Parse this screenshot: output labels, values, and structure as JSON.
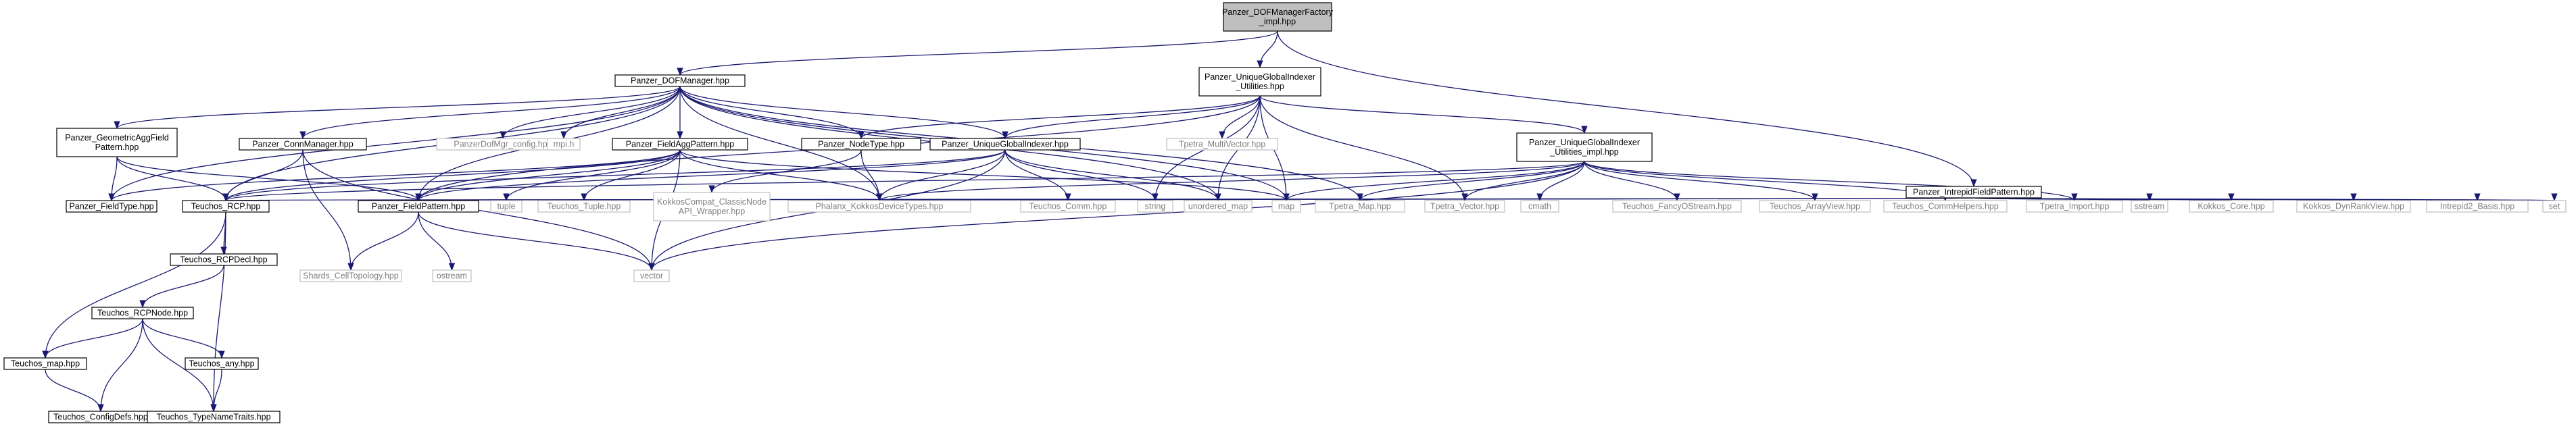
{
  "diagram": {
    "colors": {
      "edge": "#191970",
      "root_fill": "#bfbfbf",
      "node_border": "#000000",
      "external_border": "#bfbfbf",
      "external_text": "#7f7f7f"
    },
    "nodes": [
      {
        "id": "root",
        "lines": [
          "Panzer_DOFManagerFactory",
          "_impl.hpp"
        ],
        "kind": "root"
      },
      {
        "id": "dofmgr",
        "lines": [
          "Panzer_DOFManager.hpp"
        ],
        "kind": "project"
      },
      {
        "id": "ugiu",
        "lines": [
          "Panzer_UniqueGlobalIndexer",
          "_Utilities.hpp"
        ],
        "kind": "project"
      },
      {
        "id": "intrepidfp",
        "lines": [
          "Panzer_IntrepidFieldPattern.hpp"
        ],
        "kind": "project"
      },
      {
        "id": "geomagg",
        "lines": [
          "Panzer_GeometricAggField",
          "Pattern.hpp"
        ],
        "kind": "project"
      },
      {
        "id": "connmgr",
        "lines": [
          "Panzer_ConnManager.hpp"
        ],
        "kind": "project"
      },
      {
        "id": "dofcfg",
        "lines": [
          "PanzerDofMgr_config.hpp"
        ],
        "kind": "external"
      },
      {
        "id": "mpih",
        "lines": [
          "mpi.h"
        ],
        "kind": "external"
      },
      {
        "id": "fieldagg",
        "lines": [
          "Panzer_FieldAggPattern.hpp"
        ],
        "kind": "project"
      },
      {
        "id": "nodetype",
        "lines": [
          "Panzer_NodeType.hpp"
        ],
        "kind": "project"
      },
      {
        "id": "ugi",
        "lines": [
          "Panzer_UniqueGlobalIndexer.hpp"
        ],
        "kind": "project"
      },
      {
        "id": "multivec",
        "lines": [
          "Tpetra_MultiVector.hpp"
        ],
        "kind": "external"
      },
      {
        "id": "ugiuimpl",
        "lines": [
          "Panzer_UniqueGlobalIndexer",
          "_Utilities_impl.hpp"
        ],
        "kind": "project"
      },
      {
        "id": "fieldtype",
        "lines": [
          "Panzer_FieldType.hpp"
        ],
        "kind": "project"
      },
      {
        "id": "rcp",
        "lines": [
          "Teuchos_RCP.hpp"
        ],
        "kind": "project"
      },
      {
        "id": "fieldpat",
        "lines": [
          "Panzer_FieldPattern.hpp"
        ],
        "kind": "project"
      },
      {
        "id": "tuple",
        "lines": [
          "tuple"
        ],
        "kind": "external"
      },
      {
        "id": "ttuple",
        "lines": [
          "Teuchos_Tuple.hpp"
        ],
        "kind": "external"
      },
      {
        "id": "kokkoscompat",
        "lines": [
          "KokkosCompat_ClassicNode",
          "API_Wrapper.hpp"
        ],
        "kind": "external"
      },
      {
        "id": "phalanx",
        "lines": [
          "Phalanx_KokkosDeviceTypes.hpp"
        ],
        "kind": "external"
      },
      {
        "id": "tcomm",
        "lines": [
          "Teuchos_Comm.hpp"
        ],
        "kind": "external"
      },
      {
        "id": "string",
        "lines": [
          "string"
        ],
        "kind": "external"
      },
      {
        "id": "umap",
        "lines": [
          "unordered_map"
        ],
        "kind": "external"
      },
      {
        "id": "map",
        "lines": [
          "map"
        ],
        "kind": "external"
      },
      {
        "id": "tmap",
        "lines": [
          "Tpetra_Map.hpp"
        ],
        "kind": "external"
      },
      {
        "id": "tvec",
        "lines": [
          "Tpetra_Vector.hpp"
        ],
        "kind": "external"
      },
      {
        "id": "cmath",
        "lines": [
          "cmath"
        ],
        "kind": "external"
      },
      {
        "id": "fancy",
        "lines": [
          "Teuchos_FancyOStream.hpp"
        ],
        "kind": "external"
      },
      {
        "id": "arrview",
        "lines": [
          "Teuchos_ArrayView.hpp"
        ],
        "kind": "external"
      },
      {
        "id": "commh",
        "lines": [
          "Teuchos_CommHelpers.hpp"
        ],
        "kind": "external"
      },
      {
        "id": "timport",
        "lines": [
          "Tpetra_Import.hpp"
        ],
        "kind": "external"
      },
      {
        "id": "sstream",
        "lines": [
          "sstream"
        ],
        "kind": "external"
      },
      {
        "id": "kcore",
        "lines": [
          "Kokkos_Core.hpp"
        ],
        "kind": "external"
      },
      {
        "id": "kdyn",
        "lines": [
          "Kokkos_DynRankView.hpp"
        ],
        "kind": "external"
      },
      {
        "id": "i2basis",
        "lines": [
          "Intrepid2_Basis.hpp"
        ],
        "kind": "external"
      },
      {
        "id": "set",
        "lines": [
          "set"
        ],
        "kind": "external"
      },
      {
        "id": "rcpdecl",
        "lines": [
          "Teuchos_RCPDecl.hpp"
        ],
        "kind": "project"
      },
      {
        "id": "shards",
        "lines": [
          "Shards_CellTopology.hpp"
        ],
        "kind": "external"
      },
      {
        "id": "ostream",
        "lines": [
          "ostream"
        ],
        "kind": "external"
      },
      {
        "id": "vector",
        "lines": [
          "vector"
        ],
        "kind": "external"
      },
      {
        "id": "rcpnode",
        "lines": [
          "Teuchos_RCPNode.hpp"
        ],
        "kind": "project"
      },
      {
        "id": "tmaph",
        "lines": [
          "Teuchos_map.hpp"
        ],
        "kind": "project"
      },
      {
        "id": "tany",
        "lines": [
          "Teuchos_any.hpp"
        ],
        "kind": "project"
      },
      {
        "id": "cfgdefs",
        "lines": [
          "Teuchos_ConfigDefs.hpp"
        ],
        "kind": "project"
      },
      {
        "id": "typename",
        "lines": [
          "Teuchos_TypeNameTraits.hpp"
        ],
        "kind": "project"
      }
    ],
    "edges": [
      [
        "root",
        "dofmgr"
      ],
      [
        "root",
        "ugiu"
      ],
      [
        "root",
        "intrepidfp"
      ],
      [
        "dofmgr",
        "geomagg"
      ],
      [
        "dofmgr",
        "fieldtype"
      ],
      [
        "dofmgr",
        "rcp"
      ],
      [
        "dofmgr",
        "connmgr"
      ],
      [
        "dofmgr",
        "dofcfg"
      ],
      [
        "dofmgr",
        "mpih"
      ],
      [
        "dofmgr",
        "fieldagg"
      ],
      [
        "dofmgr",
        "fieldpat"
      ],
      [
        "dofmgr",
        "nodetype"
      ],
      [
        "dofmgr",
        "ugi"
      ],
      [
        "dofmgr",
        "phalanx"
      ],
      [
        "dofmgr",
        "umap"
      ],
      [
        "dofmgr",
        "map"
      ],
      [
        "dofmgr",
        "tmap"
      ],
      [
        "ugiu",
        "ugi"
      ],
      [
        "ugiu",
        "multivec"
      ],
      [
        "ugiu",
        "nodetype"
      ],
      [
        "ugiu",
        "string"
      ],
      [
        "ugiu",
        "map"
      ],
      [
        "ugiu",
        "tvec"
      ],
      [
        "ugiu",
        "ugiuimpl"
      ],
      [
        "ugiu",
        "umap"
      ],
      [
        "ugiu",
        "fieldpat"
      ],
      [
        "intrepidfp",
        "fieldpat"
      ],
      [
        "intrepidfp",
        "rcp"
      ],
      [
        "intrepidfp",
        "sstream"
      ],
      [
        "intrepidfp",
        "kcore"
      ],
      [
        "intrepidfp",
        "kdyn"
      ],
      [
        "intrepidfp",
        "i2basis"
      ],
      [
        "intrepidfp",
        "set"
      ],
      [
        "intrepidfp",
        "phalanx"
      ],
      [
        "geomagg",
        "fieldtype"
      ],
      [
        "geomagg",
        "fieldpat"
      ],
      [
        "geomagg",
        "rcp"
      ],
      [
        "connmgr",
        "rcp"
      ],
      [
        "connmgr",
        "shards"
      ],
      [
        "connmgr",
        "vector"
      ],
      [
        "fieldagg",
        "fieldtype"
      ],
      [
        "fieldagg",
        "fieldpat"
      ],
      [
        "fieldagg",
        "rcp"
      ],
      [
        "fieldagg",
        "tuple"
      ],
      [
        "fieldagg",
        "ttuple"
      ],
      [
        "fieldagg",
        "phalanx"
      ],
      [
        "fieldagg",
        "vector"
      ],
      [
        "fieldagg",
        "map"
      ],
      [
        "nodetype",
        "kokkoscompat"
      ],
      [
        "nodetype",
        "phalanx"
      ],
      [
        "ugi",
        "rcp"
      ],
      [
        "ugi",
        "fieldpat"
      ],
      [
        "ugi",
        "tcomm"
      ],
      [
        "ugi",
        "phalanx"
      ],
      [
        "ugi",
        "vector"
      ],
      [
        "ugi",
        "umap"
      ],
      [
        "ugi",
        "string"
      ],
      [
        "ugiuimpl",
        "rcp"
      ],
      [
        "ugiuimpl",
        "vector"
      ],
      [
        "ugiuimpl",
        "map"
      ],
      [
        "ugiuimpl",
        "tmap"
      ],
      [
        "ugiuimpl",
        "tvec"
      ],
      [
        "ugiuimpl",
        "cmath"
      ],
      [
        "ugiuimpl",
        "fancy"
      ],
      [
        "ugiuimpl",
        "arrview"
      ],
      [
        "ugiuimpl",
        "commh"
      ],
      [
        "ugiuimpl",
        "timport"
      ],
      [
        "ugiuimpl",
        "phalanx"
      ],
      [
        "rcp",
        "rcpdecl"
      ],
      [
        "rcp",
        "tmaph"
      ],
      [
        "rcp",
        "typename"
      ],
      [
        "fieldpat",
        "shards"
      ],
      [
        "fieldpat",
        "ostream"
      ],
      [
        "fieldpat",
        "vector"
      ],
      [
        "rcpdecl",
        "rcpnode"
      ],
      [
        "rcpnode",
        "tmaph"
      ],
      [
        "rcpnode",
        "tany"
      ],
      [
        "rcpnode",
        "cfgdefs"
      ],
      [
        "rcpnode",
        "typename"
      ],
      [
        "tmaph",
        "cfgdefs"
      ],
      [
        "tany",
        "typename"
      ]
    ]
  }
}
